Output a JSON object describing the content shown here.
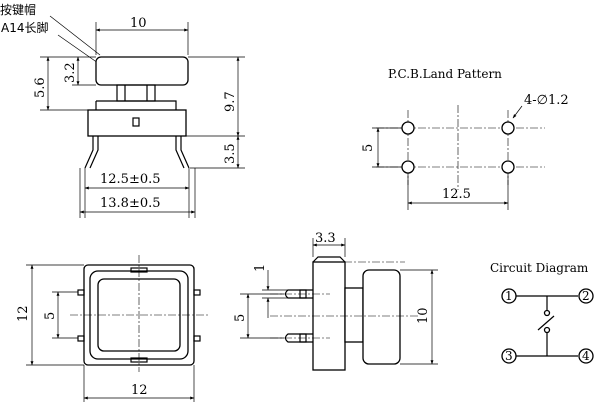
{
  "labels": {
    "cap_note": "按键帽",
    "leg_note": "A14长脚",
    "side_width": "10",
    "dim_5_6": "5.6",
    "dim_3_2": "3.2",
    "dim_9_7": "9.7",
    "dim_3_5": "3.5",
    "dim_12_5_tol": "12.5±0.5",
    "dim_13_8_tol": "13.8±0.5",
    "pcb_title": "P.C.B.Land Pattern",
    "hole_spec": "4-∅1.2",
    "pcb_5": "5",
    "pcb_12_5": "12.5",
    "top_12_v": "12",
    "top_5": "5",
    "top_12_h": "12",
    "side2_3_3": "3.3",
    "side2_1": "1",
    "side2_5": "5",
    "side2_10": "10",
    "circuit_title": "Circuit Diagram",
    "pin1": "1",
    "pin2": "2",
    "pin3": "3",
    "pin4": "4"
  }
}
